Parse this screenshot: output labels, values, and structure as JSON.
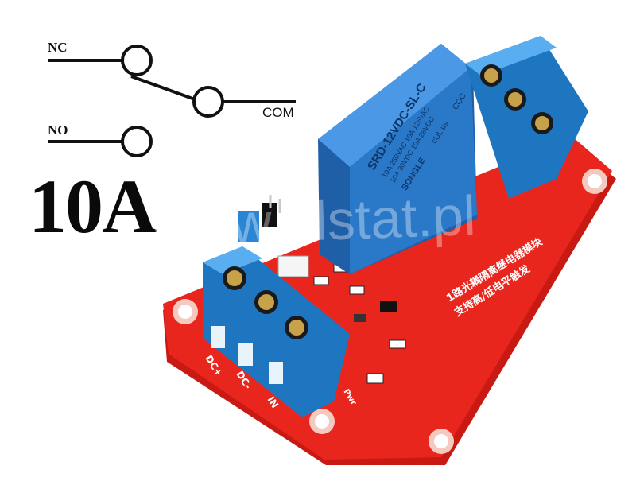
{
  "schematic": {
    "nc_label": "NC",
    "no_label": "NO",
    "com_label": "COM"
  },
  "rating": "10A",
  "watermark": "www.elstat.pl",
  "relay": {
    "model": "SRD-12VDC-SL-C",
    "rating_lines": [
      "10A 250VAC  10A 125VAC",
      "10A 30VDC  10A 28VDC"
    ],
    "brand": "SONGLE",
    "cert": "cUL us",
    "cqc": "CQC"
  },
  "board": {
    "silk_cn_line1": "1路光耦隔离继电器模块",
    "silk_cn_line2": "支持高/低电平触发",
    "terminal_labels": [
      "DC+",
      "DC-",
      "IN"
    ],
    "pwr_label": "Pwr"
  },
  "colors": {
    "pcb": "#e8261e",
    "relay_blue": "#2a78c8",
    "terminal_blue": "#2f8fd8",
    "silk": "#ffffff"
  }
}
